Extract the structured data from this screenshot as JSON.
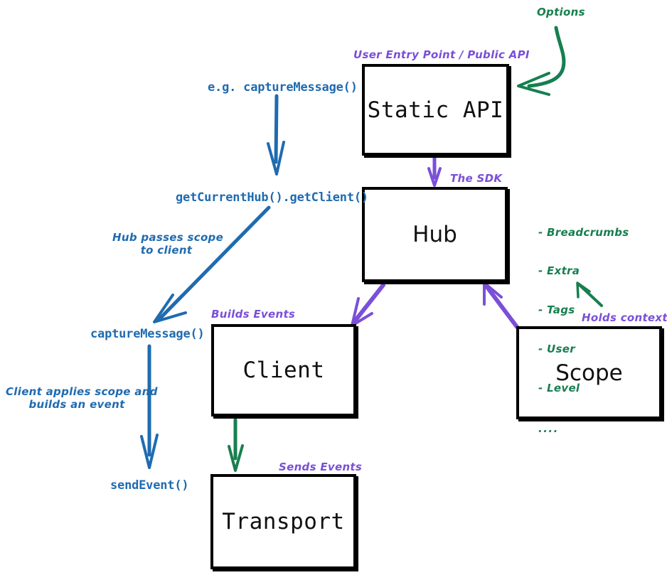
{
  "diagram": {
    "title": "Sentry SDK Architecture Flow",
    "colors": {
      "box_border": "#000000",
      "blue": "#1f6bb0",
      "green": "#177f50",
      "purple": "#7B4FD8",
      "background": "#ffffff"
    },
    "nodes": [
      {
        "id": "static-api",
        "label": "Static API"
      },
      {
        "id": "hub",
        "label": "Hub"
      },
      {
        "id": "client",
        "label": "Client"
      },
      {
        "id": "transport",
        "label": "Transport"
      },
      {
        "id": "scope",
        "label": "Scope"
      }
    ],
    "annotations": {
      "eg_capture_message": "e.g. captureMessage()",
      "user_entry_point": "User Entry Point / Public API",
      "options": "Options",
      "get_current_hub": "getCurrentHub().getClient()",
      "the_sdk": "The SDK",
      "hub_passes_scope": "Hub passes scope\nto client",
      "capture_message": "captureMessage()",
      "builds_events": "Builds Events",
      "client_applies_scope": "Client applies scope and\nbuilds an event",
      "send_event": "sendEvent()",
      "sends_events": "Sends Events",
      "holds_context": "Holds context"
    },
    "scope_context_list": {
      "items": [
        "- Breadcrumbs",
        "- Extra",
        "- Tags",
        "- User",
        "- Level"
      ],
      "ellipsis": "...."
    },
    "edges": [
      {
        "id": "edge-static-api-to-hub",
        "from": "static-api",
        "to": "hub",
        "color": "#7B4FD8",
        "label": "The SDK"
      },
      {
        "id": "edge-options-to-static-api",
        "from": "options",
        "to": "static-api",
        "color": "#177f50",
        "label": "Options"
      },
      {
        "id": "edge-eg-capture-to-static-api",
        "from": "e.g. captureMessage()",
        "to": "static-api",
        "color": "#1f6bb0"
      },
      {
        "id": "edge-getclient-to-capturemessage",
        "from": "getCurrentHub().getClient()",
        "to": "captureMessage()",
        "color": "#1f6bb0",
        "label": "Hub passes scope to client"
      },
      {
        "id": "edge-capturemessage-to-sendevent",
        "from": "captureMessage()",
        "to": "sendEvent()",
        "color": "#1f6bb0",
        "label": "Client applies scope and builds an event"
      },
      {
        "id": "edge-hub-to-client",
        "from": "hub",
        "to": "client",
        "color": "#7B4FD8"
      },
      {
        "id": "edge-scope-to-hub",
        "from": "scope",
        "to": "hub",
        "color": "#7B4FD8"
      },
      {
        "id": "edge-client-to-transport",
        "from": "client",
        "to": "transport",
        "color": "#177f50"
      },
      {
        "id": "edge-scope-context-list",
        "from": "scope",
        "to": "context-list",
        "color": "#177f50",
        "label": "Holds context"
      }
    ]
  }
}
